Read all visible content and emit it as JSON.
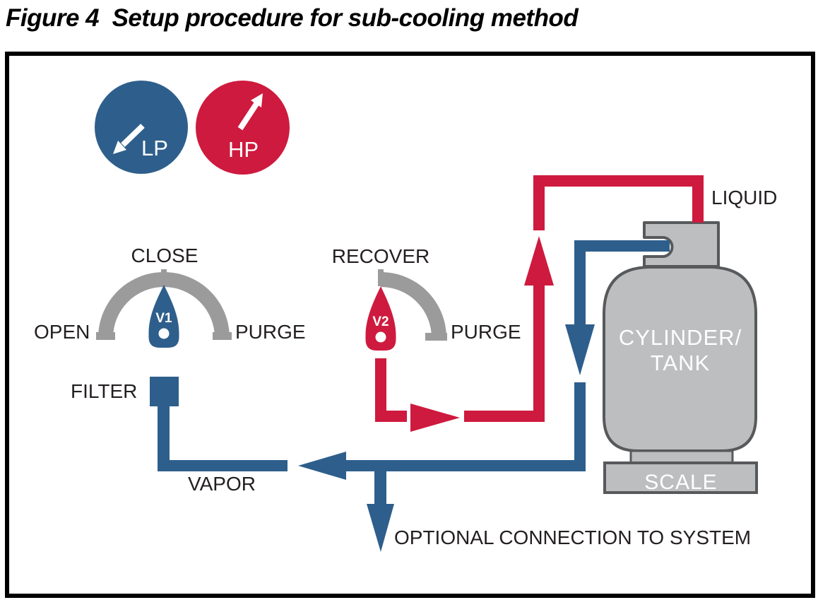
{
  "figure": {
    "title": "Figure 4  Setup procedure for sub-cooling method"
  },
  "legend": {
    "lp_label": "LP",
    "hp_label": "HP"
  },
  "valve1": {
    "name": "V1",
    "top_label": "CLOSE",
    "left_label": "OPEN",
    "right_label": "PURGE"
  },
  "valve2": {
    "name": "V2",
    "top_label": "RECOVER",
    "right_label": "PURGE"
  },
  "pipes": {
    "filter_label": "FILTER",
    "vapor_label": "VAPOR",
    "liquid_label": "LIQUID",
    "optional_label": "OPTIONAL CONNECTION TO SYSTEM"
  },
  "tank": {
    "name_line1": "CYLINDER/",
    "name_line2": "TANK",
    "scale_label": "SCALE"
  },
  "colors": {
    "low_pressure_blue": "#2E5F8C",
    "high_pressure_red": "#CE1A3E",
    "gauge_gray": "#9B9B9B",
    "tank_fill": "#BDBEC0",
    "tank_outline": "#58595B",
    "text_black": "#231F20"
  }
}
